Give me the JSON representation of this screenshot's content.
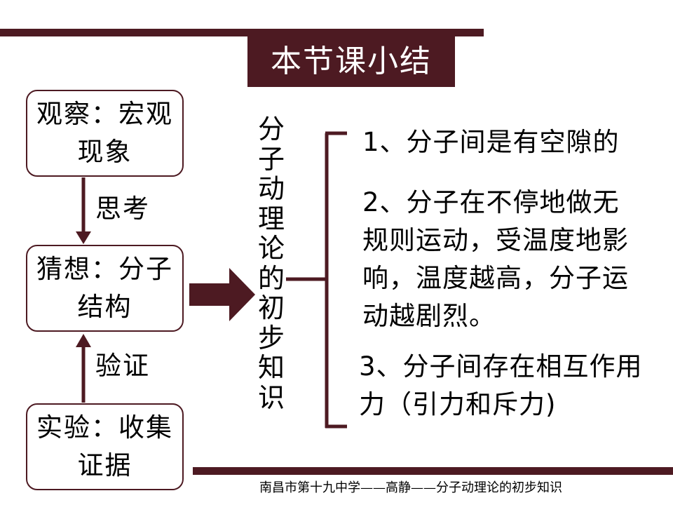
{
  "slide": {
    "title": "本节课小结",
    "boxes": {
      "observe": "观察：宏观现象",
      "guess": "猜想：分子结构",
      "experiment": "实验：收集证据"
    },
    "edges": {
      "think": "思考",
      "verify": "验证"
    },
    "vertical_title": "分子动理论的初步知识",
    "points": [
      "1、分子间是有空隙的",
      "2、分子在不停地做无规则运动，受温度地影响，温度越高，分子运动越剧烈。",
      "3、分子间存在相互作用力（引力和斥力)"
    ],
    "footer": "南昌市第十九中学——高静——分子动理论的初步知识"
  },
  "colors": {
    "accent": "#4d1a22",
    "background": "#ffffff",
    "text": "#000000"
  }
}
